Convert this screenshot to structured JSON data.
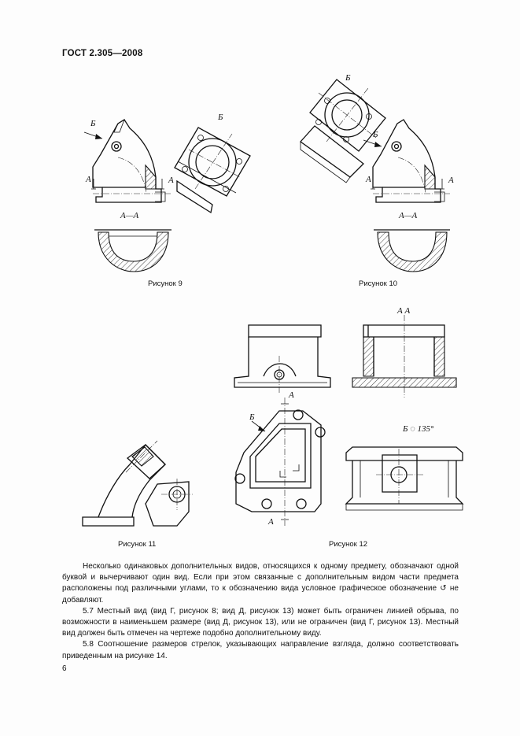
{
  "header": {
    "title": "ГОСТ 2.305—2008"
  },
  "figures": {
    "fig9": {
      "caption": "Рисунок 9",
      "labels": {
        "b_arrow": "Б",
        "b_view": "Б",
        "a_left": "А",
        "a_right": "А",
        "section": "А—А"
      }
    },
    "fig10": {
      "caption": "Рисунок 10",
      "labels": {
        "b_view": "Б",
        "b_arrow": "Б",
        "a_left": "А",
        "a_right": "А",
        "section": "А—А"
      }
    },
    "fig11": {
      "caption": "Рисунок 11"
    },
    "fig12": {
      "caption": "Рисунок 12",
      "labels": {
        "section_title": "А  А",
        "b_arrow": "Б",
        "a_top": "А",
        "a_bottom": "А",
        "b_rotated": "Б ◌ 135°"
      }
    }
  },
  "text": {
    "para1": "Несколько одинаковых дополнительных видов, относящихся к одному предмету, обозначают одной буквой и вычерчивают один вид. Если при этом связанные с дополнительным видом части предмета расположены под различными углами, то к обозначению вида условное графическое обозначение ↺ не добавляют.",
    "para2": "5.7 Местный вид (вид Г, рисунок 8; вид Д, рисунок 13) может быть ограничен линией обрыва, по возможности в наименьшем размере (вид Д, рисунок 13), или не ограничен (вид Г, рисунок 13). Местный вид должен быть отмечен на чертеже подобно дополнительному виду.",
    "para3": "5.8 Соотношение размеров стрелок, указывающих направление взгляда, должно соответствовать приведенным на рисунке 14."
  },
  "footer": {
    "page_number": "6"
  }
}
